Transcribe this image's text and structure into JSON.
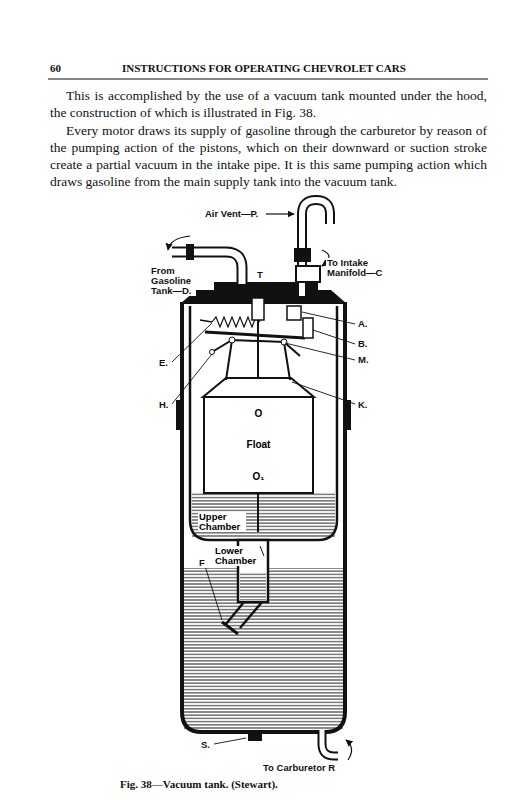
{
  "diagram": {
    "caption": "Fig. 38—Vacuum tank. (Stewart).",
    "nodes": [
      {
        "text": [
          "O",
          "Float",
          "O₁"
        ]
      },
      {
        "text": [
          "Upper Chamber"
        ]
      },
      {
        "text": [
          "Lower Chamber"
        ]
      }
    ],
    "labels": [
      "60",
      "INSTRUCTIONS FOR OPERATING CHEVROLET CARS",
      "This is accomplished by the use of a vacuum tank mounted under the hood, the construction of which is illustrated in Fig. 38.",
      "Every motor draws its supply of gasoline through the carburetor by reason of the pumping action of the pistons, which on their downward or suction stroke create a partial vacuum in the intake pipe. It is this same pumping action which draws gasoline from the main supply tank into the vacuum tank.",
      "Air Vent—P.",
      "T",
      "From Gasoline Tank—D.",
      "To Intake Manifold—C",
      "A.",
      "B.",
      "M.",
      "E.",
      "H.",
      "K.",
      "F",
      "S.",
      "To Carburetor R"
    ]
  }
}
